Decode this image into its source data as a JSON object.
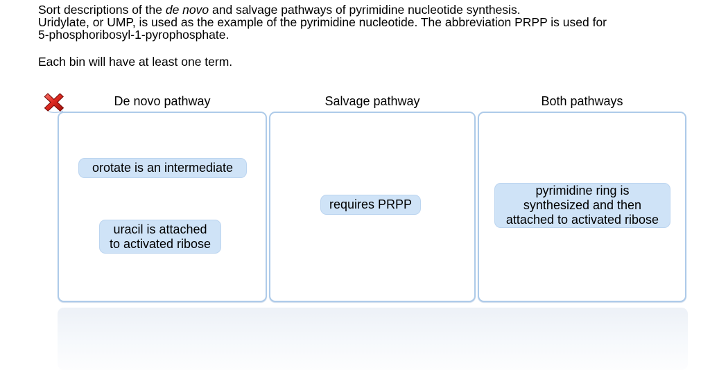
{
  "instructions": {
    "line1_pre": "Sort descriptions of the ",
    "line1_italic": "de novo",
    "line1_post": " and salvage pathways of pyrimidine nucleotide synthesis.",
    "line2": "Uridylate, or UMP, is used as the example of the pyrimidine nucleotide. The abbreviation PRPP is used for",
    "line3": "5-phosphoribosyl-1-pyrophosphate.",
    "note": "Each bin will have at least one term."
  },
  "feedback": {
    "incorrect_icon": "red-x"
  },
  "bins": [
    {
      "label": "De novo pathway",
      "chips": [
        {
          "label": "orotate is an intermediate"
        },
        {
          "label": "uracil is attached\nto activated ribose"
        }
      ]
    },
    {
      "label": "Salvage pathway",
      "chips": [
        {
          "label": "requires PRPP"
        }
      ]
    },
    {
      "label": "Both pathways",
      "chips": [
        {
          "label": "pyrimidine ring is\nsynthesized and then\nattached to activated ribose"
        }
      ]
    }
  ],
  "term_bank": {
    "items": []
  },
  "colors": {
    "bin_border": "#aecbe9",
    "chip_bg": "#cfe3f7",
    "chip_border": "#bcd5f0",
    "bank_top": "#edf1f7",
    "bank_bottom": "#fdfdfe",
    "incorrect_red": "#c41511"
  }
}
